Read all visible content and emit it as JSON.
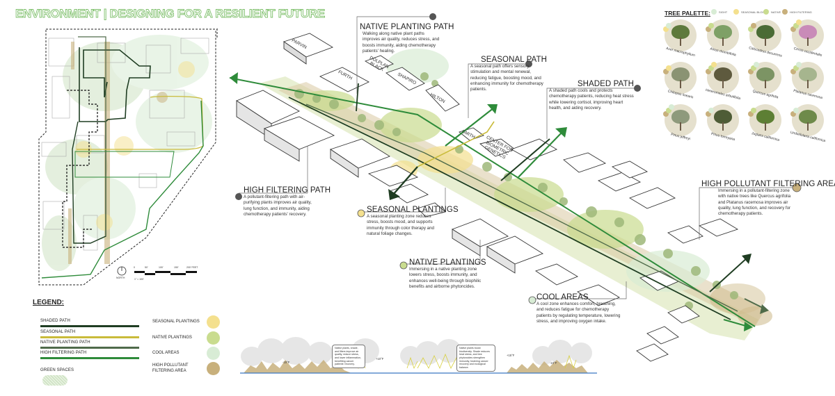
{
  "title": "ENVIRONMENT  |  DESIGNING FOR A RESILIENT FUTURE",
  "site_plan": {
    "north_label": "NORTH",
    "scale_ticks": [
      "0",
      "50'",
      "100'",
      "150'",
      "200' FEET"
    ],
    "scale_note": "1\" = 100'"
  },
  "buildings": [
    "PARVIN",
    "FURTH",
    "DOLPLAN BLACK",
    "SHAPIRO",
    "HILTON",
    "SMITH",
    "CENTER FOR BIOMETRIC GENETICS"
  ],
  "callouts": {
    "native_planting_path": {
      "heading": "NATIVE PLANTING PATH",
      "body": "Walking along native plant paths improves air quality, reduces stress, and boosts immunity, aiding chemotherapy patients' healing."
    },
    "seasonal_path": {
      "heading": "SEASONAL PATH",
      "body": "A seasonal path offers sensory stimulation and mental renewal, reducing fatigue, boosting mood, and enhancing immunity for chemotherapy patients."
    },
    "shaded_path": {
      "heading": "SHADED PATH",
      "body": "A shaded path cools and protects chemotherapy patients, reducing heat stress while lowering cortisol, improving heart health, and aiding recovery."
    },
    "high_pollutant_filtering_area": {
      "heading": "HIGH POLLUTANT FILTERING AREA",
      "body": "Immersing in a pollutant-filtering zone with native trees like Quercus agrifolia and Platanus racemosa improves air quality, lung function, and recovery for chemotherapy patients."
    },
    "high_filtering_path": {
      "heading": "HIGH FILTERING PATH",
      "body": "A pollutant-filtering path with air-purifying plants improves air quality, lung function, and immunity, aiding chemotherapy patients' recovery."
    },
    "seasonal_plantings": {
      "heading": "SEASONAL PLANTINGS",
      "body": "A seasonal planting zone reduces stress, boosts mood, and supports immunity through color therapy and natural foliage changes."
    },
    "native_plantings": {
      "heading": "NATIVE PLANTINGS",
      "body": "Immersing in a native planting zone lowers stress, boosts immunity, and enhances well-being through biophilic benefits and airborne phytoncides."
    },
    "cool_areas": {
      "heading": "COOL AREAS",
      "body": "A cool zone enhances comfort, breathing, and reduces fatigue for chemotherapy patients by regulating temperature, lowering stress, and improving oxygen intake."
    }
  },
  "legend": {
    "title": "LEGEND:",
    "lines": [
      {
        "label": "SHADED PATH",
        "color": "#1f3d22"
      },
      {
        "label": "SEASONAL PATH",
        "color": "#c9bb3a"
      },
      {
        "label": "NATIVE PLANTING PATH",
        "color": "#4f6b4a"
      },
      {
        "label": "HIGH FILTERING PATH",
        "color": "#2e8b3a"
      }
    ],
    "green_spaces": {
      "label": "GREEN SPACES",
      "color": "#cfe3c4"
    },
    "areas": [
      {
        "label": "SEASONAL PLANTINGS",
        "color": "#f4e08e"
      },
      {
        "label": "NATIVE PLANTINGS",
        "color": "#c9dc8f"
      },
      {
        "label": "COOL AREAS",
        "color": "#d8ecd5"
      },
      {
        "label": "HIGH POLLUTANT FILTERING AREA",
        "color": "#c8b07c"
      }
    ]
  },
  "tree_palette": {
    "title": "TREE PALETTE:",
    "key": [
      {
        "label": "SIGHT",
        "color": "#d8ecd5"
      },
      {
        "label": "SEASONAL BLOOM",
        "color": "#f4e08e"
      },
      {
        "label": "NATIVE",
        "color": "#c9dc8f"
      },
      {
        "label": "HIGH FILTERING",
        "color": "#c8b07c"
      }
    ],
    "trees": [
      {
        "name": "Acer macrophyllum",
        "canopy": "#5e7a3c"
      },
      {
        "name": "Alnus rhombifolia",
        "canopy": "#7ea066"
      },
      {
        "name": "Calocedrus decurrens",
        "canopy": "#4a6b35"
      },
      {
        "name": "Cercis occidentalis",
        "canopy": "#c98bb8"
      },
      {
        "name": "Chilopsis linearis",
        "canopy": "#8a9373"
      },
      {
        "name": "Heteromeles arbutifolia",
        "canopy": "#5e5a3e"
      },
      {
        "name": "Quercus agrifolia",
        "canopy": "#7c9464"
      },
      {
        "name": "Platanus racemosa",
        "canopy": "#a6b58e"
      },
      {
        "name": "Pinus jeffreyi",
        "canopy": "#8e9a7c"
      },
      {
        "name": "Pinus torreyana",
        "canopy": "#4e5c36"
      },
      {
        "name": "Juglans californica",
        "canopy": "#5d7f34"
      },
      {
        "name": "Umbellularia californica",
        "canopy": "#6e8a4a"
      }
    ]
  },
  "section": {
    "notes": [
      "Native plants, shade, and filters improve air quality, reduce stress, and lower inflammation, benefiting cancer patients' recovery.",
      "Native plants boost biodiversity. Shade reduces heat stress, and tree phytoncides strengthen immunity, fostering cancer recovery and ecological balance."
    ],
    "temps": [
      "-15°F",
      "+10°F",
      "+15°F",
      "-10°F"
    ]
  },
  "colors": {
    "shaded": "#1f3d22",
    "seasonal": "#c9bb3a",
    "native_path": "#4f6b4a",
    "filtering": "#2e8b3a",
    "seasonal_area": "#f4e08e",
    "native_area": "#c9dc8f",
    "cool_area": "#d8ecd5",
    "filter_area": "#c8b07c",
    "callout_dot": "#555555"
  }
}
